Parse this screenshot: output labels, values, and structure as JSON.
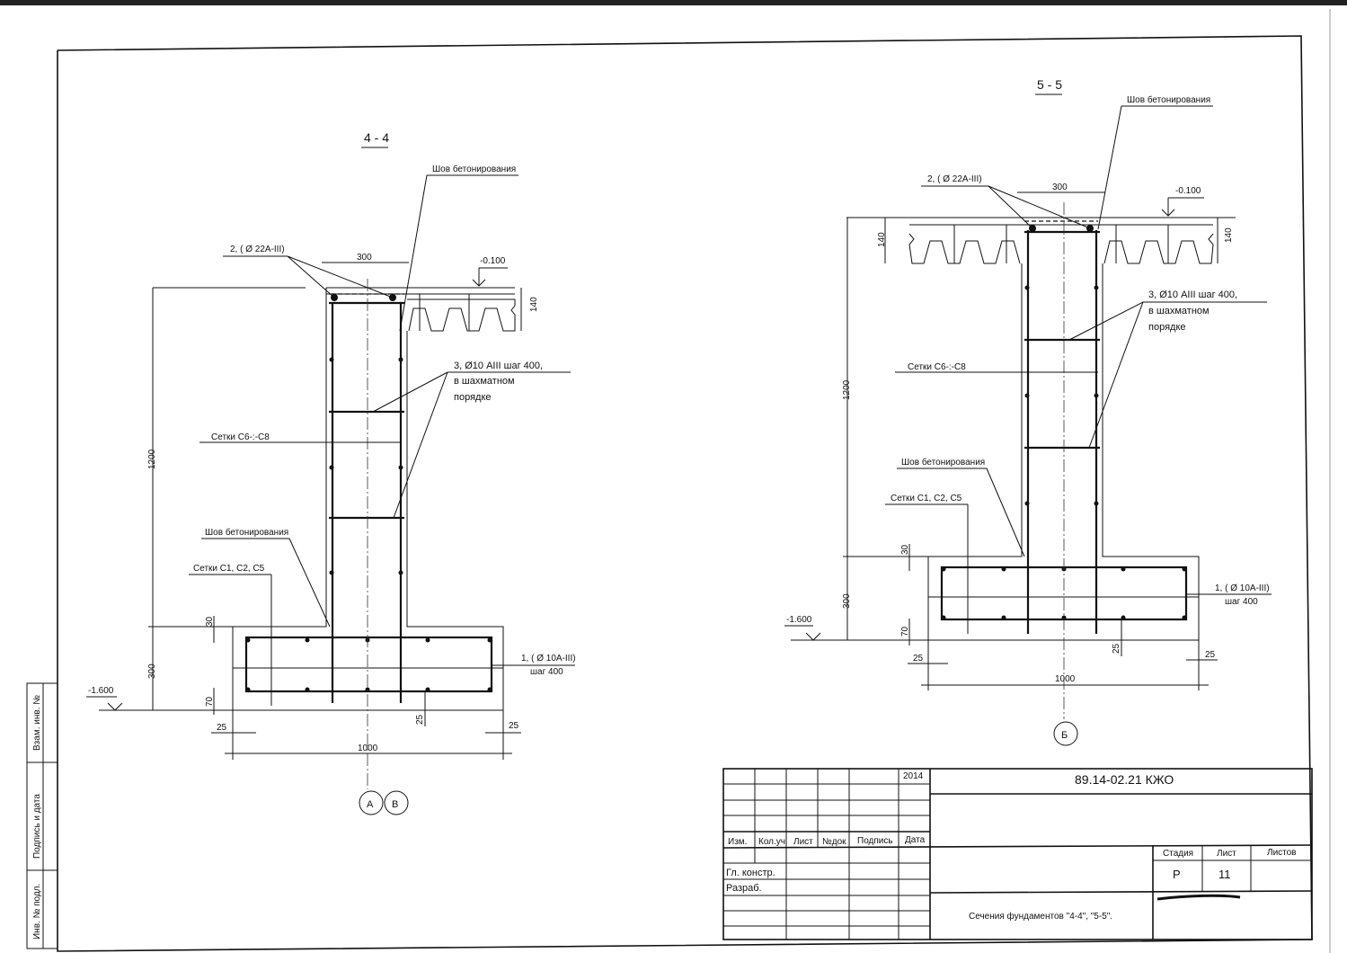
{
  "section_4_4": {
    "title": "4 - 4",
    "seam_top": "Шов бетонирования",
    "bar2": "2, ( Ø 22А-III)",
    "dim_300_top": "300",
    "level_top": "-0.100",
    "dim_140": "140",
    "bar3_line1": "3,  Ø10 АIII  шаг  400,",
    "bar3_line2": "в  шахматном",
    "bar3_line3": "порядке",
    "mesh_upper": "Сетки  С6-:-С8",
    "seam_bottom": "Шов бетонирования",
    "mesh_lower": "Сетки  С1,  С2,  С5",
    "dim_1200": "1200",
    "dim_300": "300",
    "dim_30": "30",
    "dim_70": "70",
    "level_bottom": "-1.600",
    "dim_25_left": "25",
    "dim_25_mid": "25",
    "dim_25_right": "25",
    "dim_1000": "1000",
    "bar1_line1": "1,  ( Ø 10А-III)",
    "bar1_line2": "шаг  400",
    "axis_a": "А",
    "axis_b": "В"
  },
  "section_5_5": {
    "title": "5 - 5",
    "seam_top": "Шов бетонирования",
    "bar2": "2,  ( Ø 22А-III)",
    "dim_300_top": "300",
    "level_top": "-0.100",
    "dim_140_left": "140",
    "dim_140_right": "140",
    "bar3_line1": "3,  Ø10 АIII  шаг  400,",
    "bar3_line2": "в  шахматном",
    "bar3_line3": "порядке",
    "mesh_upper": "Сетки  С6-:-С8",
    "seam_bottom": "Шов бетонирования",
    "mesh_lower": "Сетки  С1,  С2,  С5",
    "dim_1200": "1200",
    "dim_300": "300",
    "dim_30": "30",
    "dim_70": "70",
    "level_bottom": "-1.600",
    "dim_25_left": "25",
    "dim_25_mid": "25",
    "dim_25_right": "25",
    "dim_1000": "1000",
    "bar1_line1": "1,  ( Ø 10А-III)",
    "bar1_line2": "шаг  400",
    "axis": "Б"
  },
  "side_stamp": {
    "inv_ref": "Взам. инв. №",
    "sign_date": "Подпись и дата",
    "inv_orig": "Инв. № подл."
  },
  "title_block": {
    "year": "2014",
    "doc_code": "89.14-02.21     КЖО",
    "col_izm": "Изм.",
    "col_kol": "Кол.уч",
    "col_list": "Лист",
    "col_ndok": "№док",
    "col_podpis": "Подпись",
    "col_data": "Дата",
    "role_chief": "Гл. констр.",
    "role_dev": "Разраб.",
    "stage_label": "Стадия",
    "sheet_label": "Лист",
    "sheets_label": "Листов",
    "stage_value": "Р",
    "sheet_value": "11",
    "sheet_title": "Сечения  фундаментов  \"4-4\",  \"5-5\"."
  }
}
